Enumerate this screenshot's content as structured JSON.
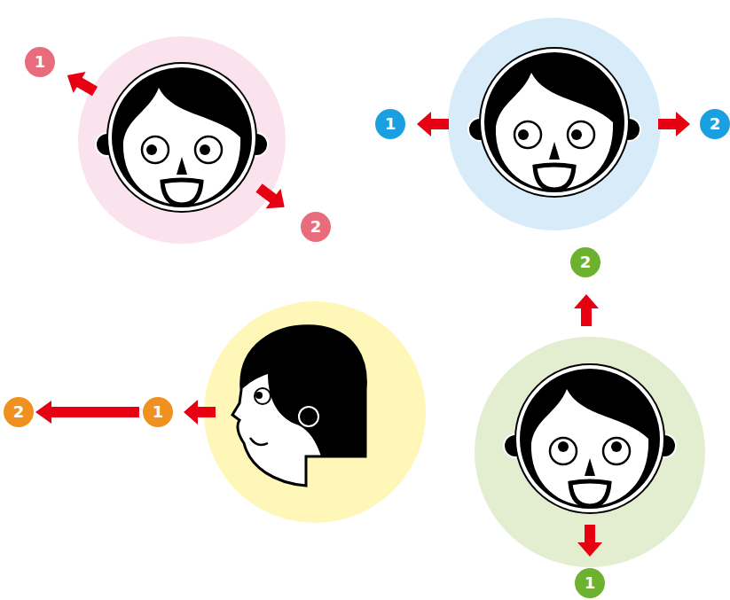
{
  "diagram": {
    "nodes": [
      {
        "text": [
          "1"
        ]
      },
      {
        "text": [
          "2"
        ]
      },
      {
        "text": [
          "1"
        ]
      },
      {
        "text": [
          "2"
        ]
      },
      {
        "text": [
          "2"
        ]
      },
      {
        "text": [
          "2"
        ]
      },
      {
        "text": [
          "1"
        ]
      },
      {
        "text": [
          "1"
        ]
      }
    ],
    "edges": [
      {
        "from": 6,
        "to": 5,
        "arrow": "to"
      }
    ]
  }
}
